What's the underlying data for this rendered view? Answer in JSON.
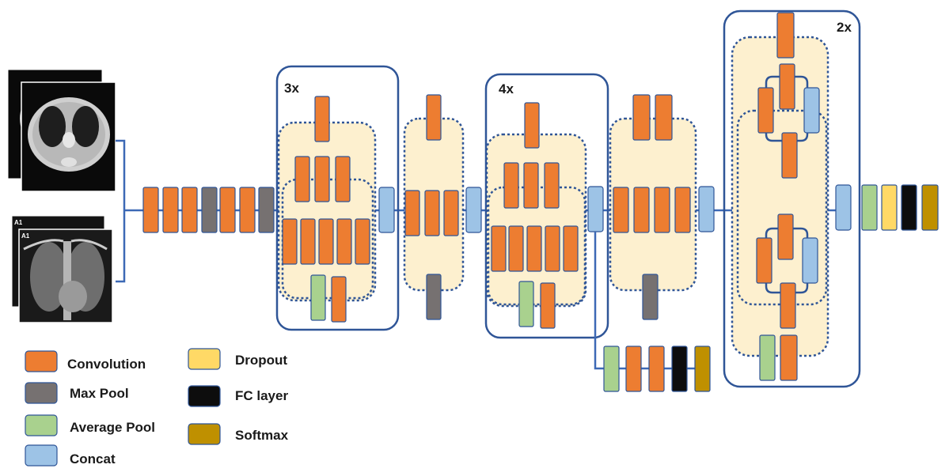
{
  "legend": [
    {
      "key": "conv",
      "label": "Convolution"
    },
    {
      "key": "maxpool",
      "label": "Max Pool"
    },
    {
      "key": "avgpool",
      "label": "Average Pool"
    },
    {
      "key": "concat",
      "label": "Concat"
    },
    {
      "key": "dropout",
      "label": "Dropout"
    },
    {
      "key": "fc",
      "label": "FC layer"
    },
    {
      "key": "softmax",
      "label": "Softmax"
    }
  ],
  "colors": {
    "conv": "#ed7d31",
    "maxpool": "#767171",
    "avgpool": "#a9d18e",
    "concat": "#9dc3e6",
    "dropout": "#ffd966",
    "fc": "#0d0d0d",
    "softmax": "#bf9000",
    "outline": "#2f5597",
    "module_fill": "#fdf0cf",
    "line": "#3d69b5"
  },
  "repeats": {
    "block_a": "3x",
    "block_b": "4x",
    "block_c": "2x"
  },
  "inputs": {
    "xray_label_back": "A1",
    "xray_label_front": "A1"
  }
}
